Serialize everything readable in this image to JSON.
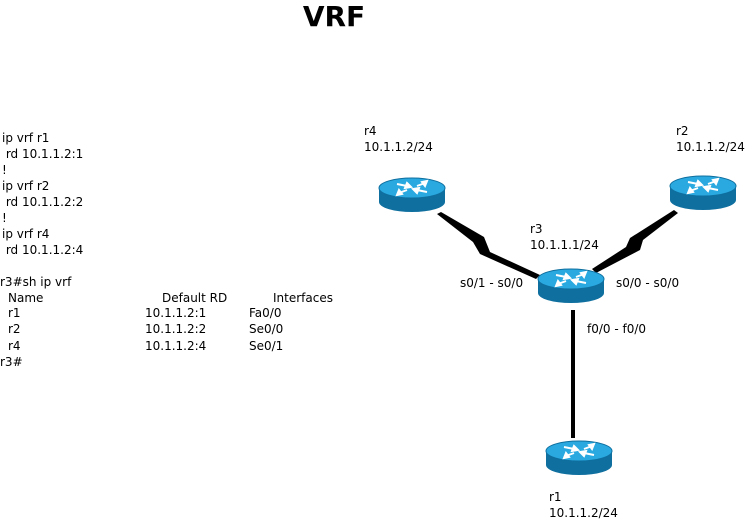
{
  "title": "VRF",
  "config": {
    "lines": [
      "ip vrf r1",
      " rd 10.1.1.2:1",
      "!",
      "ip vrf r2",
      " rd 10.1.1.2:2",
      "!",
      "ip vrf r4",
      " rd 10.1.1.2:4"
    ]
  },
  "show_output": {
    "prompt_command": "r3#sh ip vrf",
    "headers": [
      "Name",
      "Default RD",
      "Interfaces"
    ],
    "rows": [
      {
        "name": "r1",
        "rd": "10.1.1.2:1",
        "iface": "Fa0/0"
      },
      {
        "name": "r2",
        "rd": "10.1.1.2:2",
        "iface": "Se0/0"
      },
      {
        "name": "r4",
        "rd": "10.1.1.2:4",
        "iface": "Se0/1"
      }
    ],
    "end_prompt": "r3#"
  },
  "routers": {
    "r4": {
      "name": "r4",
      "ip": "10.1.1.2/24"
    },
    "r2": {
      "name": "r2",
      "ip": "10.1.1.2/24"
    },
    "r3": {
      "name": "r3",
      "ip": "10.1.1.1/24"
    },
    "r1": {
      "name": "r1",
      "ip": "10.1.1.2/24"
    }
  },
  "links": {
    "r4_r3": "s0/1 - s0/0",
    "r2_r3": "s0/0 - s0/0",
    "r1_r3": "f0/0 - f0/0"
  },
  "colors": {
    "router_top": "#29a9e0",
    "router_side": "#0f6f9f",
    "link": "#000000"
  }
}
